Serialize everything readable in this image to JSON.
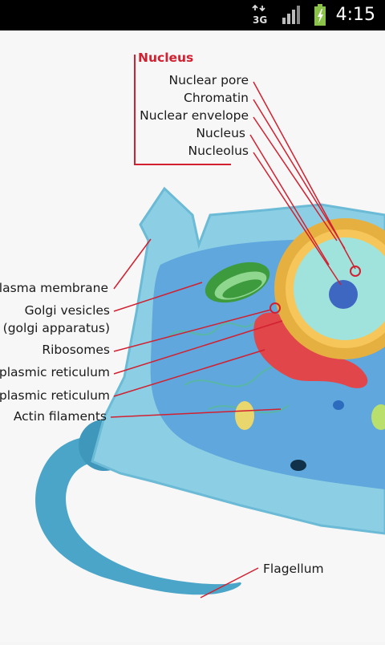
{
  "status_bar": {
    "time": "4:15",
    "network_type": "3G",
    "icons": [
      "network-3g-icon",
      "signal-icon",
      "battery-charging-icon"
    ]
  },
  "diagram": {
    "nucleus_header": "Nucleus",
    "nucleus_labels": [
      "Nuclear pore",
      "Chromatin",
      "Nuclear envelope",
      "Nucleus",
      "Nucleolus"
    ],
    "left_labels": {
      "plasma_membrane": "lasma membrane",
      "golgi_vesicles": "Golgi vesicles",
      "golgi_apparatus": "(golgi apparatus)",
      "ribosomes": "Ribosomes",
      "smooth_er": "plasmic reticulum",
      "rough_er": "plasmic reticulum",
      "actin": "Actin filaments"
    },
    "flagellum": "Flagellum"
  }
}
